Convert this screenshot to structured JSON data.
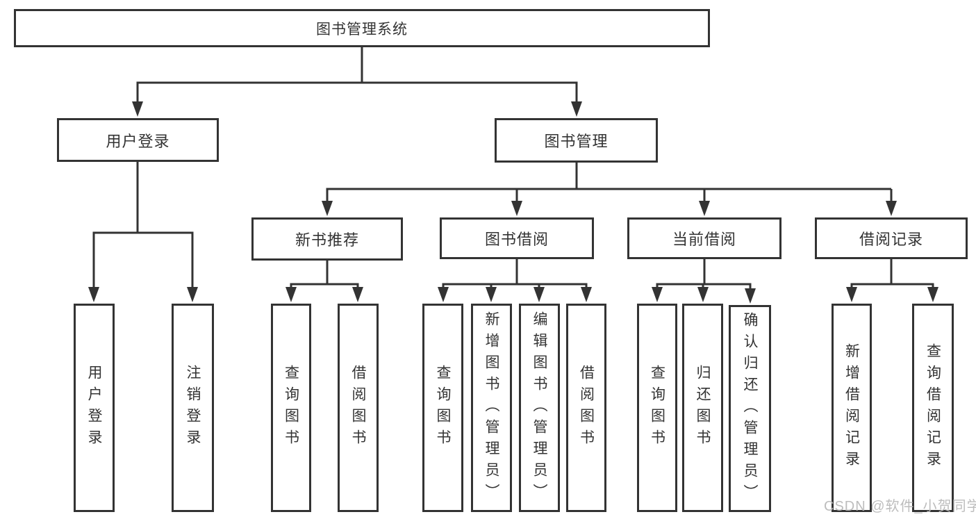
{
  "diagram": {
    "title": "图书管理系统",
    "colors": {
      "line": "#333333",
      "box_border": "#333333",
      "box_fill": "#ffffff",
      "text": "#333333",
      "background": "#ffffff",
      "watermark": "#b9b9b9"
    },
    "root": {
      "label": "图书管理系统"
    },
    "level2": [
      {
        "label": "用户登录"
      },
      {
        "label": "图书管理"
      }
    ],
    "level3": [
      {
        "label": "新书推荐"
      },
      {
        "label": "图书借阅"
      },
      {
        "label": "当前借阅"
      },
      {
        "label": "借阅记录"
      }
    ],
    "leaves": [
      {
        "label": "用户登录",
        "parent": "用户登录"
      },
      {
        "label": "注销登录",
        "parent": "用户登录"
      },
      {
        "label": "查询图书",
        "parent": "新书推荐"
      },
      {
        "label": "借阅图书",
        "parent": "新书推荐"
      },
      {
        "label": "查询图书",
        "parent": "图书借阅"
      },
      {
        "label": "新增图书（管理员）",
        "parent": "图书借阅"
      },
      {
        "label": "编辑图书（管理员）",
        "parent": "图书借阅"
      },
      {
        "label": "借阅图书",
        "parent": "图书借阅"
      },
      {
        "label": "查询图书",
        "parent": "当前借阅"
      },
      {
        "label": "归还图书",
        "parent": "当前借阅"
      },
      {
        "label": "确认归还（管理员）",
        "parent": "当前借阅"
      },
      {
        "label": "新增借阅记录",
        "parent": "借阅记录"
      },
      {
        "label": "查询借阅记录",
        "parent": "借阅记录"
      }
    ],
    "watermark": "CSDN @软件_小贺同学"
  }
}
